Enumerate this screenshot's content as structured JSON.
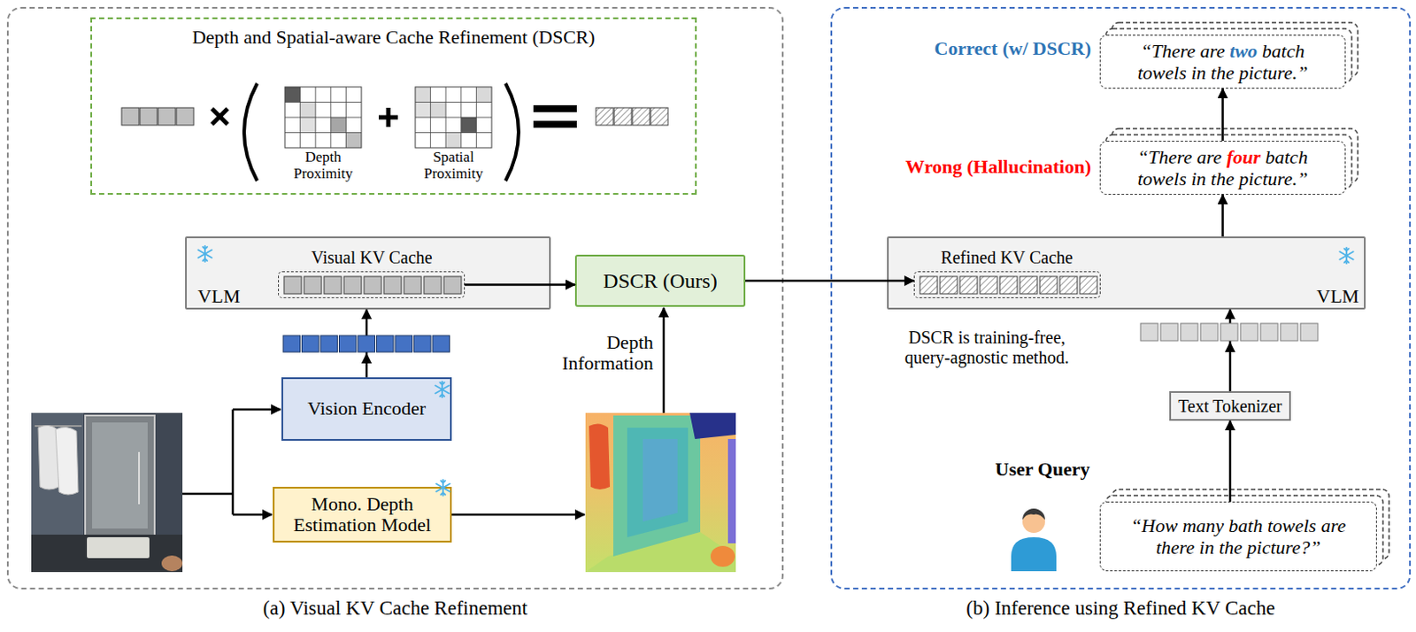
{
  "diagram": {
    "nodes": [
      {
        "text": [
          "(a) Visual KV Cache Refinement"
        ]
      },
      {
        "text": [
          "Depth and Spatial-aware Cache Refinement (DSCR)"
        ],
        "in": 0
      },
      {
        "text": [
          "Depth Proximity"
        ],
        "in": 1
      },
      {
        "text": [
          "Spatial Proximity"
        ],
        "in": 1
      },
      {
        "text": [
          "VLM"
        ],
        "in": 0
      },
      {
        "text": [
          "Visual KV Cache"
        ],
        "in": 4
      },
      {
        "text": [
          "DSCR (Ours)"
        ],
        "in": 0
      },
      {
        "text": [
          "Vision Encoder"
        ],
        "in": 0
      },
      {
        "text": [
          "Mono. Depth Estimation Model"
        ],
        "in": 0
      },
      {
        "text": [
          "(b) Inference using Refined KV Cache"
        ]
      },
      {
        "text": [
          "Correct (w/ DSCR)",
          "“There are two batch towels in the picture.”"
        ],
        "in": 9
      },
      {
        "text": [
          "Wrong (Hallucination)",
          "“There are four batch towels in the picture.”"
        ],
        "in": 9
      },
      {
        "text": [
          "VLM"
        ],
        "in": 9
      },
      {
        "text": [
          "Refined KV Cache"
        ],
        "in": 12
      },
      {
        "text": [
          "Text Tokenizer"
        ],
        "in": 9
      },
      {
        "text": [
          "“How many bath towels are there in the picture?”"
        ],
        "in": 9
      }
    ],
    "edges": [
      {
        "from": 5,
        "to": 6,
        "arrow": "to"
      },
      {
        "from": 6,
        "to": 13,
        "arrow": "to"
      },
      {
        "from": 7,
        "to": 4,
        "arrow": "to"
      },
      {
        "from": 12,
        "to": 11,
        "arrow": "to"
      },
      {
        "from": 11,
        "to": 10,
        "arrow": "to"
      },
      {
        "from": 14,
        "to": 12,
        "arrow": "to"
      },
      {
        "from": 15,
        "to": 14,
        "arrow": "to"
      }
    ],
    "labels": [
      "Depth Information",
      "DSCR is training-free, query-agnostic method.",
      "User Query"
    ]
  }
}
